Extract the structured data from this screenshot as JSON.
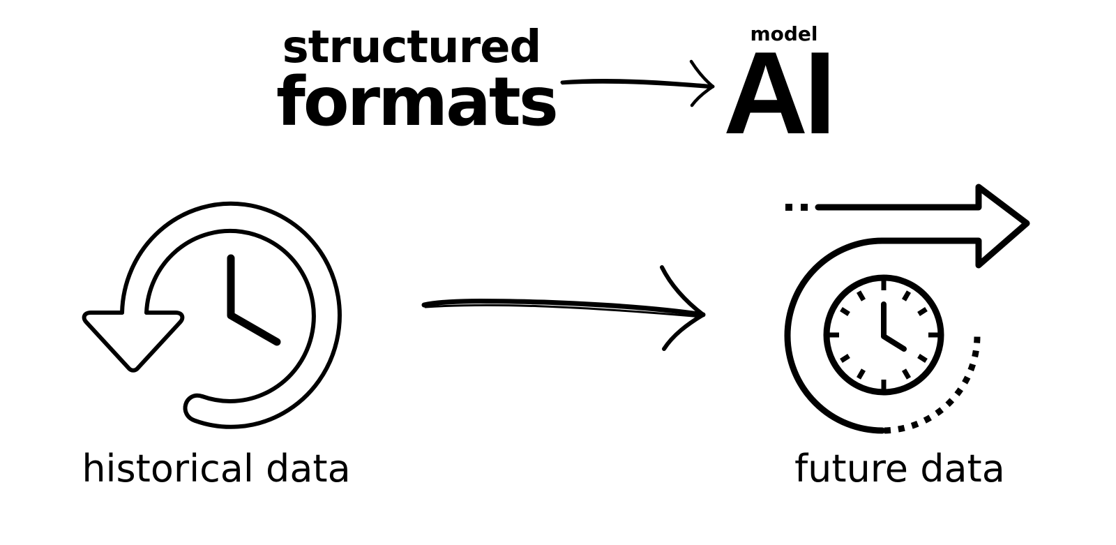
{
  "top": {
    "line1": "structured",
    "line2": "formats",
    "target_superscript": "model",
    "target": "AI"
  },
  "bottom": {
    "left_label": "historical data",
    "right_label": "future data"
  },
  "icons": {
    "left": "history-clock-icon",
    "right": "future-clock-icon",
    "top_arrow": "arrow-right-icon",
    "bottom_arrow": "arrow-right-icon"
  },
  "colors": {
    "ink": "#000000",
    "background": "#ffffff"
  }
}
